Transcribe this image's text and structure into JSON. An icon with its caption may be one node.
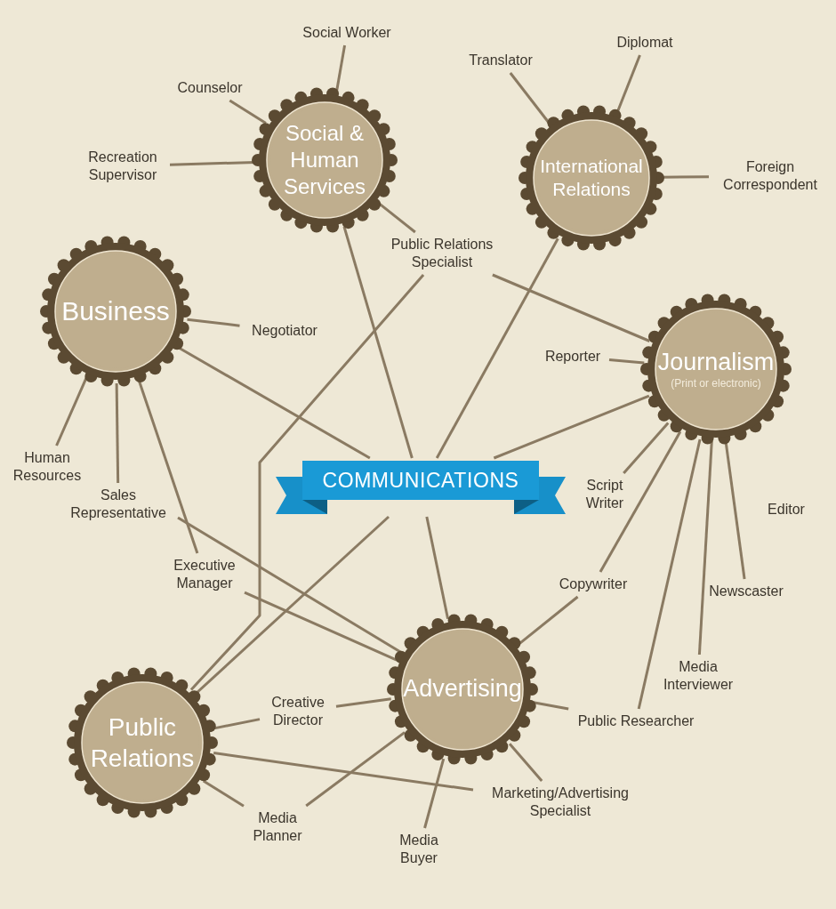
{
  "diagram": {
    "nodes": [
      {
        "text": [
          "COMMUNICATIONS"
        ]
      },
      {
        "text": [
          "Social & Human Services"
        ]
      },
      {
        "text": [
          "International Relations"
        ]
      },
      {
        "text": [
          "Business"
        ]
      },
      {
        "text": [
          "Journalism",
          "(Print or electronic)"
        ]
      },
      {
        "text": [
          "Advertising"
        ]
      },
      {
        "text": [
          "Public Relations"
        ]
      },
      {
        "text": [
          "Social Worker"
        ]
      },
      {
        "text": [
          "Counselor"
        ]
      },
      {
        "text": [
          "Recreation Supervisor"
        ]
      },
      {
        "text": [
          "Translator"
        ]
      },
      {
        "text": [
          "Diplomat"
        ]
      },
      {
        "text": [
          "Foreign Correspondent"
        ]
      },
      {
        "text": [
          "Public Relations Specialist"
        ]
      },
      {
        "text": [
          "Negotiator"
        ]
      },
      {
        "text": [
          "Reporter"
        ]
      },
      {
        "text": [
          "Human Resources"
        ]
      },
      {
        "text": [
          "Sales Representative"
        ]
      },
      {
        "text": [
          "Script Writer"
        ]
      },
      {
        "text": [
          "Editor"
        ]
      },
      {
        "text": [
          "Executive Manager"
        ]
      },
      {
        "text": [
          "Copywriter"
        ]
      },
      {
        "text": [
          "Newscaster"
        ]
      },
      {
        "text": [
          "Media Interviewer"
        ]
      },
      {
        "text": [
          "Creative Director"
        ]
      },
      {
        "text": [
          "Public Researcher"
        ]
      },
      {
        "text": [
          "Marketing/Advertising Specialist"
        ]
      },
      {
        "text": [
          "Media Planner"
        ]
      },
      {
        "text": [
          "Media Buyer"
        ]
      }
    ],
    "edges": [
      {
        "from": 1,
        "to": 7,
        "arrow": "none"
      },
      {
        "from": 1,
        "to": 8,
        "arrow": "none"
      },
      {
        "from": 1,
        "to": 9,
        "arrow": "none"
      },
      {
        "from": 1,
        "to": 13,
        "arrow": "none"
      },
      {
        "from": 1,
        "to": 0,
        "arrow": "none"
      },
      {
        "from": 2,
        "to": 10,
        "arrow": "none"
      },
      {
        "from": 2,
        "to": 11,
        "arrow": "none"
      },
      {
        "from": 2,
        "to": 12,
        "arrow": "none"
      },
      {
        "from": 2,
        "to": 0,
        "arrow": "none"
      },
      {
        "from": 13,
        "to": 4,
        "arrow": "none"
      },
      {
        "from": 13,
        "to": 6,
        "arrow": "none"
      },
      {
        "from": 3,
        "to": 14,
        "arrow": "none"
      },
      {
        "from": 3,
        "to": 16,
        "arrow": "none"
      },
      {
        "from": 3,
        "to": 17,
        "arrow": "none"
      },
      {
        "from": 3,
        "to": 20,
        "arrow": "none"
      },
      {
        "from": 3,
        "to": 0,
        "arrow": "none"
      },
      {
        "from": 17,
        "to": 5,
        "arrow": "none"
      },
      {
        "from": 20,
        "to": 5,
        "arrow": "none"
      },
      {
        "from": 4,
        "to": 15,
        "arrow": "none"
      },
      {
        "from": 4,
        "to": 0,
        "arrow": "none"
      },
      {
        "from": 4,
        "to": 18,
        "arrow": "none"
      },
      {
        "from": 4,
        "to": 21,
        "arrow": "none"
      },
      {
        "from": 4,
        "to": 22,
        "arrow": "none"
      },
      {
        "from": 4,
        "to": 23,
        "arrow": "none"
      },
      {
        "from": 4,
        "to": 25,
        "arrow": "none"
      },
      {
        "from": 5,
        "to": 0,
        "arrow": "none"
      },
      {
        "from": 5,
        "to": 21,
        "arrow": "none"
      },
      {
        "from": 5,
        "to": 24,
        "arrow": "none"
      },
      {
        "from": 5,
        "to": 25,
        "arrow": "none"
      },
      {
        "from": 5,
        "to": 26,
        "arrow": "none"
      },
      {
        "from": 5,
        "to": 28,
        "arrow": "none"
      },
      {
        "from": 5,
        "to": 27,
        "arrow": "none"
      },
      {
        "from": 6,
        "to": 24,
        "arrow": "none"
      },
      {
        "from": 6,
        "to": 27,
        "arrow": "none"
      },
      {
        "from": 6,
        "to": 26,
        "arrow": "none"
      },
      {
        "from": 6,
        "to": 0,
        "arrow": "none"
      }
    ]
  }
}
